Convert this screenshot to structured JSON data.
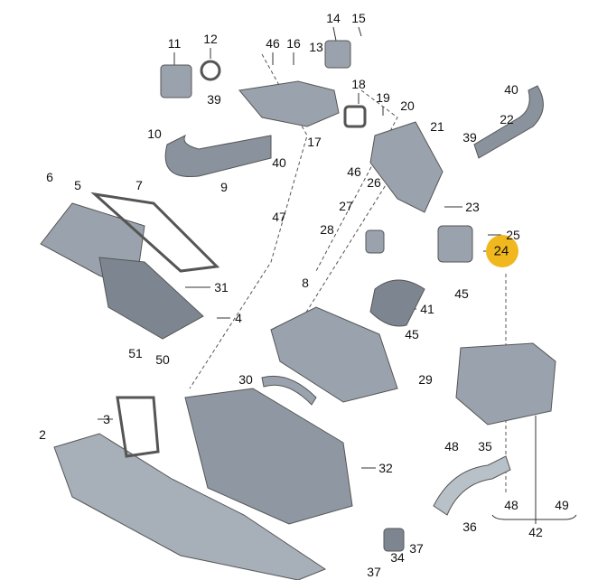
{
  "diagram": {
    "title": "",
    "highlight_color": "#f0b81e",
    "part_color": "#9aa3ad",
    "highlighted_part": "24",
    "callouts": [
      "14",
      "15",
      "11",
      "12",
      "46",
      "16",
      "13",
      "18",
      "19",
      "20",
      "21",
      "22",
      "40",
      "10",
      "39",
      "17",
      "39",
      "9",
      "40",
      "6",
      "5",
      "7",
      "46",
      "26",
      "47",
      "27",
      "23",
      "28",
      "25",
      "24",
      "31",
      "8",
      "45",
      "41",
      "4",
      "45",
      "51",
      "50",
      "30",
      "29",
      "3",
      "48",
      "35",
      "2",
      "32",
      "36",
      "48",
      "49",
      "42",
      "37",
      "34",
      "37"
    ]
  }
}
